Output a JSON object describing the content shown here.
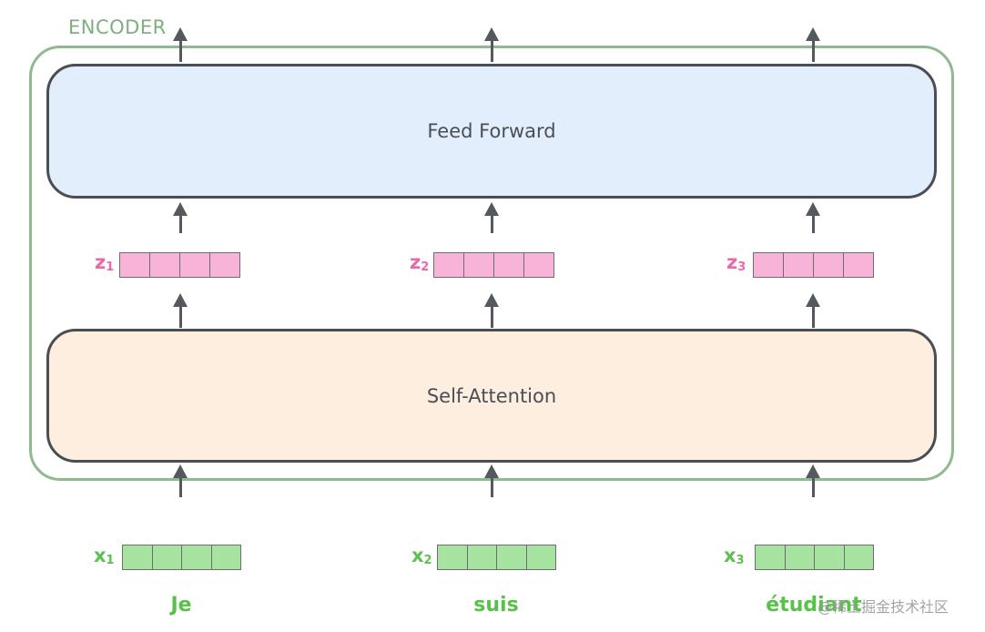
{
  "encoder": {
    "title": "ENCODER"
  },
  "layers": {
    "feed_forward": "Feed Forward",
    "self_attention": "Self-Attention"
  },
  "z_vectors": [
    {
      "base": "z",
      "index": "1"
    },
    {
      "base": "z",
      "index": "2"
    },
    {
      "base": "z",
      "index": "3"
    }
  ],
  "x_vectors": [
    {
      "base": "x",
      "index": "1"
    },
    {
      "base": "x",
      "index": "2"
    },
    {
      "base": "x",
      "index": "3"
    }
  ],
  "words": [
    "Je",
    "suis",
    "étudiant"
  ],
  "watermark": "@稀土掘金技术社区",
  "colors": {
    "encoder_border": "#8fba8f",
    "feed_forward_fill": "#e3eefc",
    "self_attention_fill": "#fdeedf",
    "z_vector_fill": "#f8b4d8",
    "x_vector_fill": "#a6e2a0",
    "z_label": "#ea68a8",
    "x_label": "#5bc24e"
  }
}
